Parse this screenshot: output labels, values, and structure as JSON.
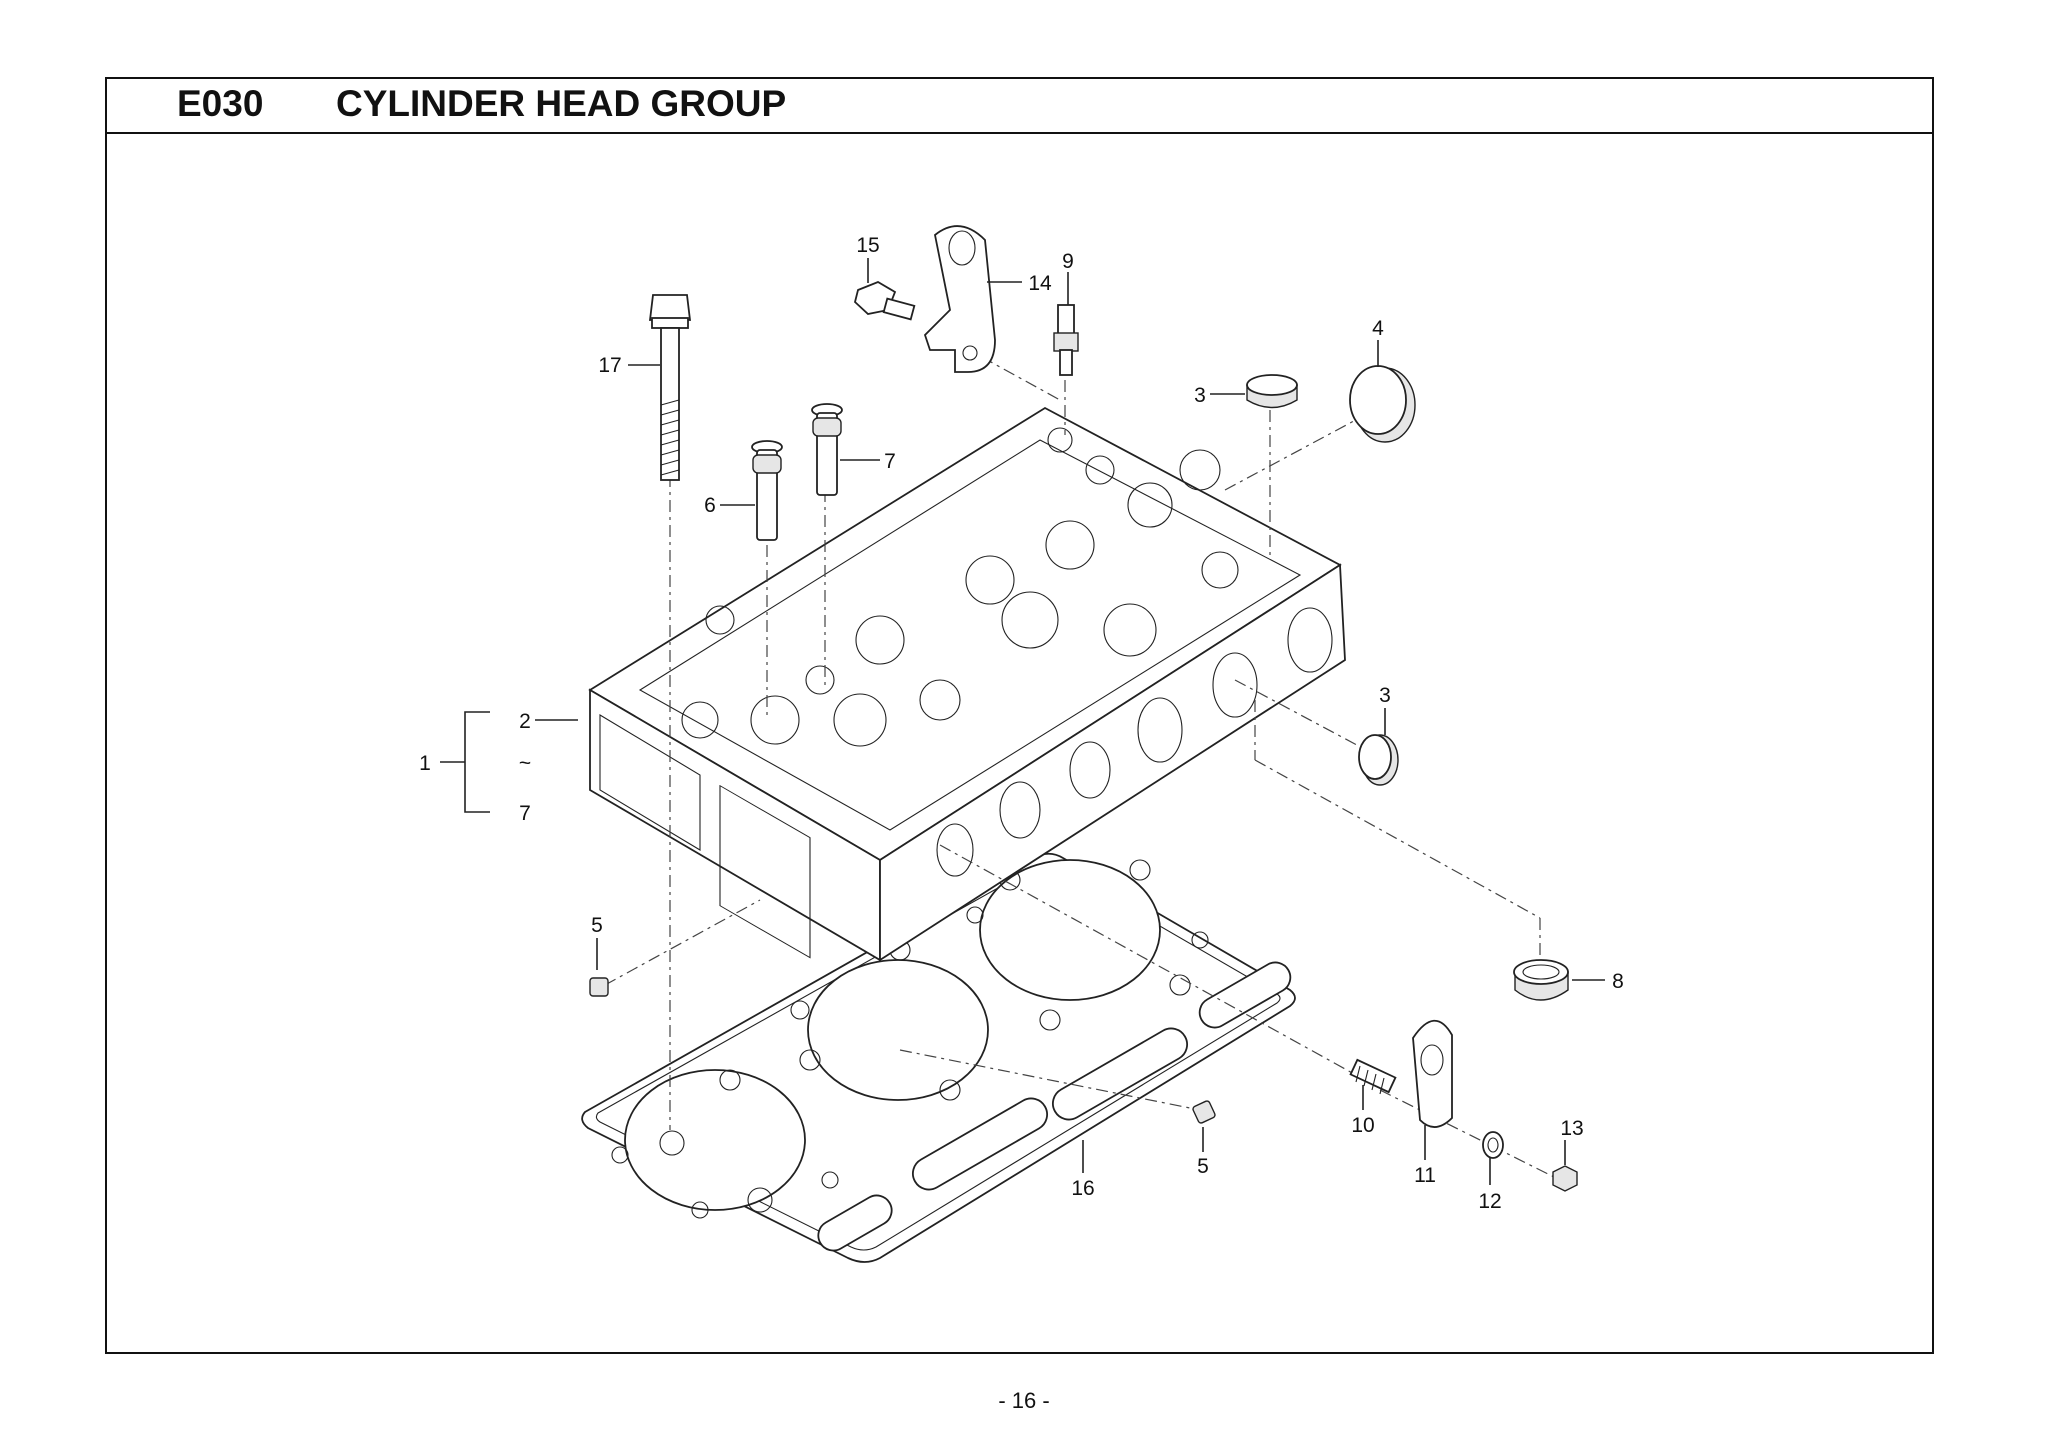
{
  "header": {
    "code": "E030",
    "title": "CYLINDER HEAD GROUP"
  },
  "page_number": "- 16 -",
  "callouts": {
    "c15": "15",
    "c14": "14",
    "c9": "9",
    "c4": "4",
    "c17": "17",
    "c3a": "3",
    "c7a": "7",
    "c6": "6",
    "c3b": "3",
    "c2": "2",
    "c1": "1",
    "ctilde": "~",
    "c7b": "7",
    "c5a": "5",
    "c8": "8",
    "c10": "10",
    "c11": "11",
    "c13": "13",
    "c12": "12",
    "c16": "16",
    "c5b": "5"
  }
}
